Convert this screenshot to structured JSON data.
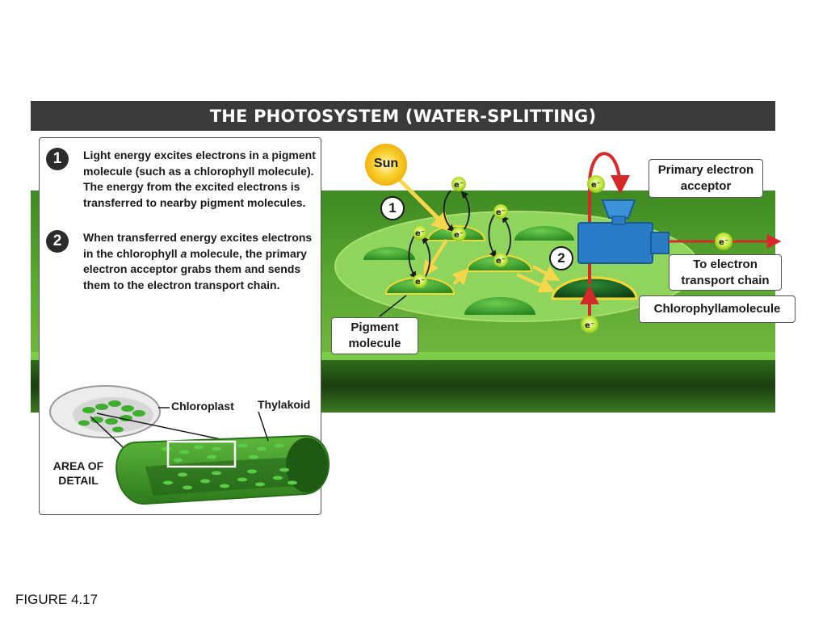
{
  "title": "THE PHOTOSYSTEM (WATER-SPLITTING)",
  "steps": [
    {
      "number": "1",
      "text": "Light energy excites electrons in a pigment molecule (such as a chlorophyll molecule). The energy from the excited electrons is transferred to nearby pigment molecules."
    },
    {
      "number": "2",
      "text_before": "When transferred energy excites electrons in the chlorophyll ",
      "text_italic": "a",
      "text_after": " molecule, the primary electron acceptor grabs them and sends them to the electron transport chain."
    }
  ],
  "labels": {
    "sun": "Sun",
    "primary_acceptor": "Primary electron acceptor",
    "to_etc": "To electron transport chain",
    "chlorophyll_before": "Chlorophyll ",
    "chlorophyll_italic": "a",
    "chlorophyll_after": " molecule",
    "pigment": "Pigment molecule",
    "step1_marker": "1",
    "step2_marker": "2",
    "electron": "e⁻"
  },
  "inset": {
    "chloroplast": "Chloroplast",
    "thylakoid": "Thylakoid",
    "area_of_detail": "AREA OF DETAIL"
  },
  "caption": "FIGURE 4.17",
  "colors": {
    "title_bar": "#3a3a3a",
    "membrane": "#4f9a2c",
    "stroma_dark": "#1f4a14",
    "pigment_green": "#3a9a2a",
    "chlorophyll_dark": "#15531c",
    "arrow_red": "#d62a2a",
    "acceptor_blue": "#2a7cc7",
    "sun_yellow": "#f5c21b"
  }
}
